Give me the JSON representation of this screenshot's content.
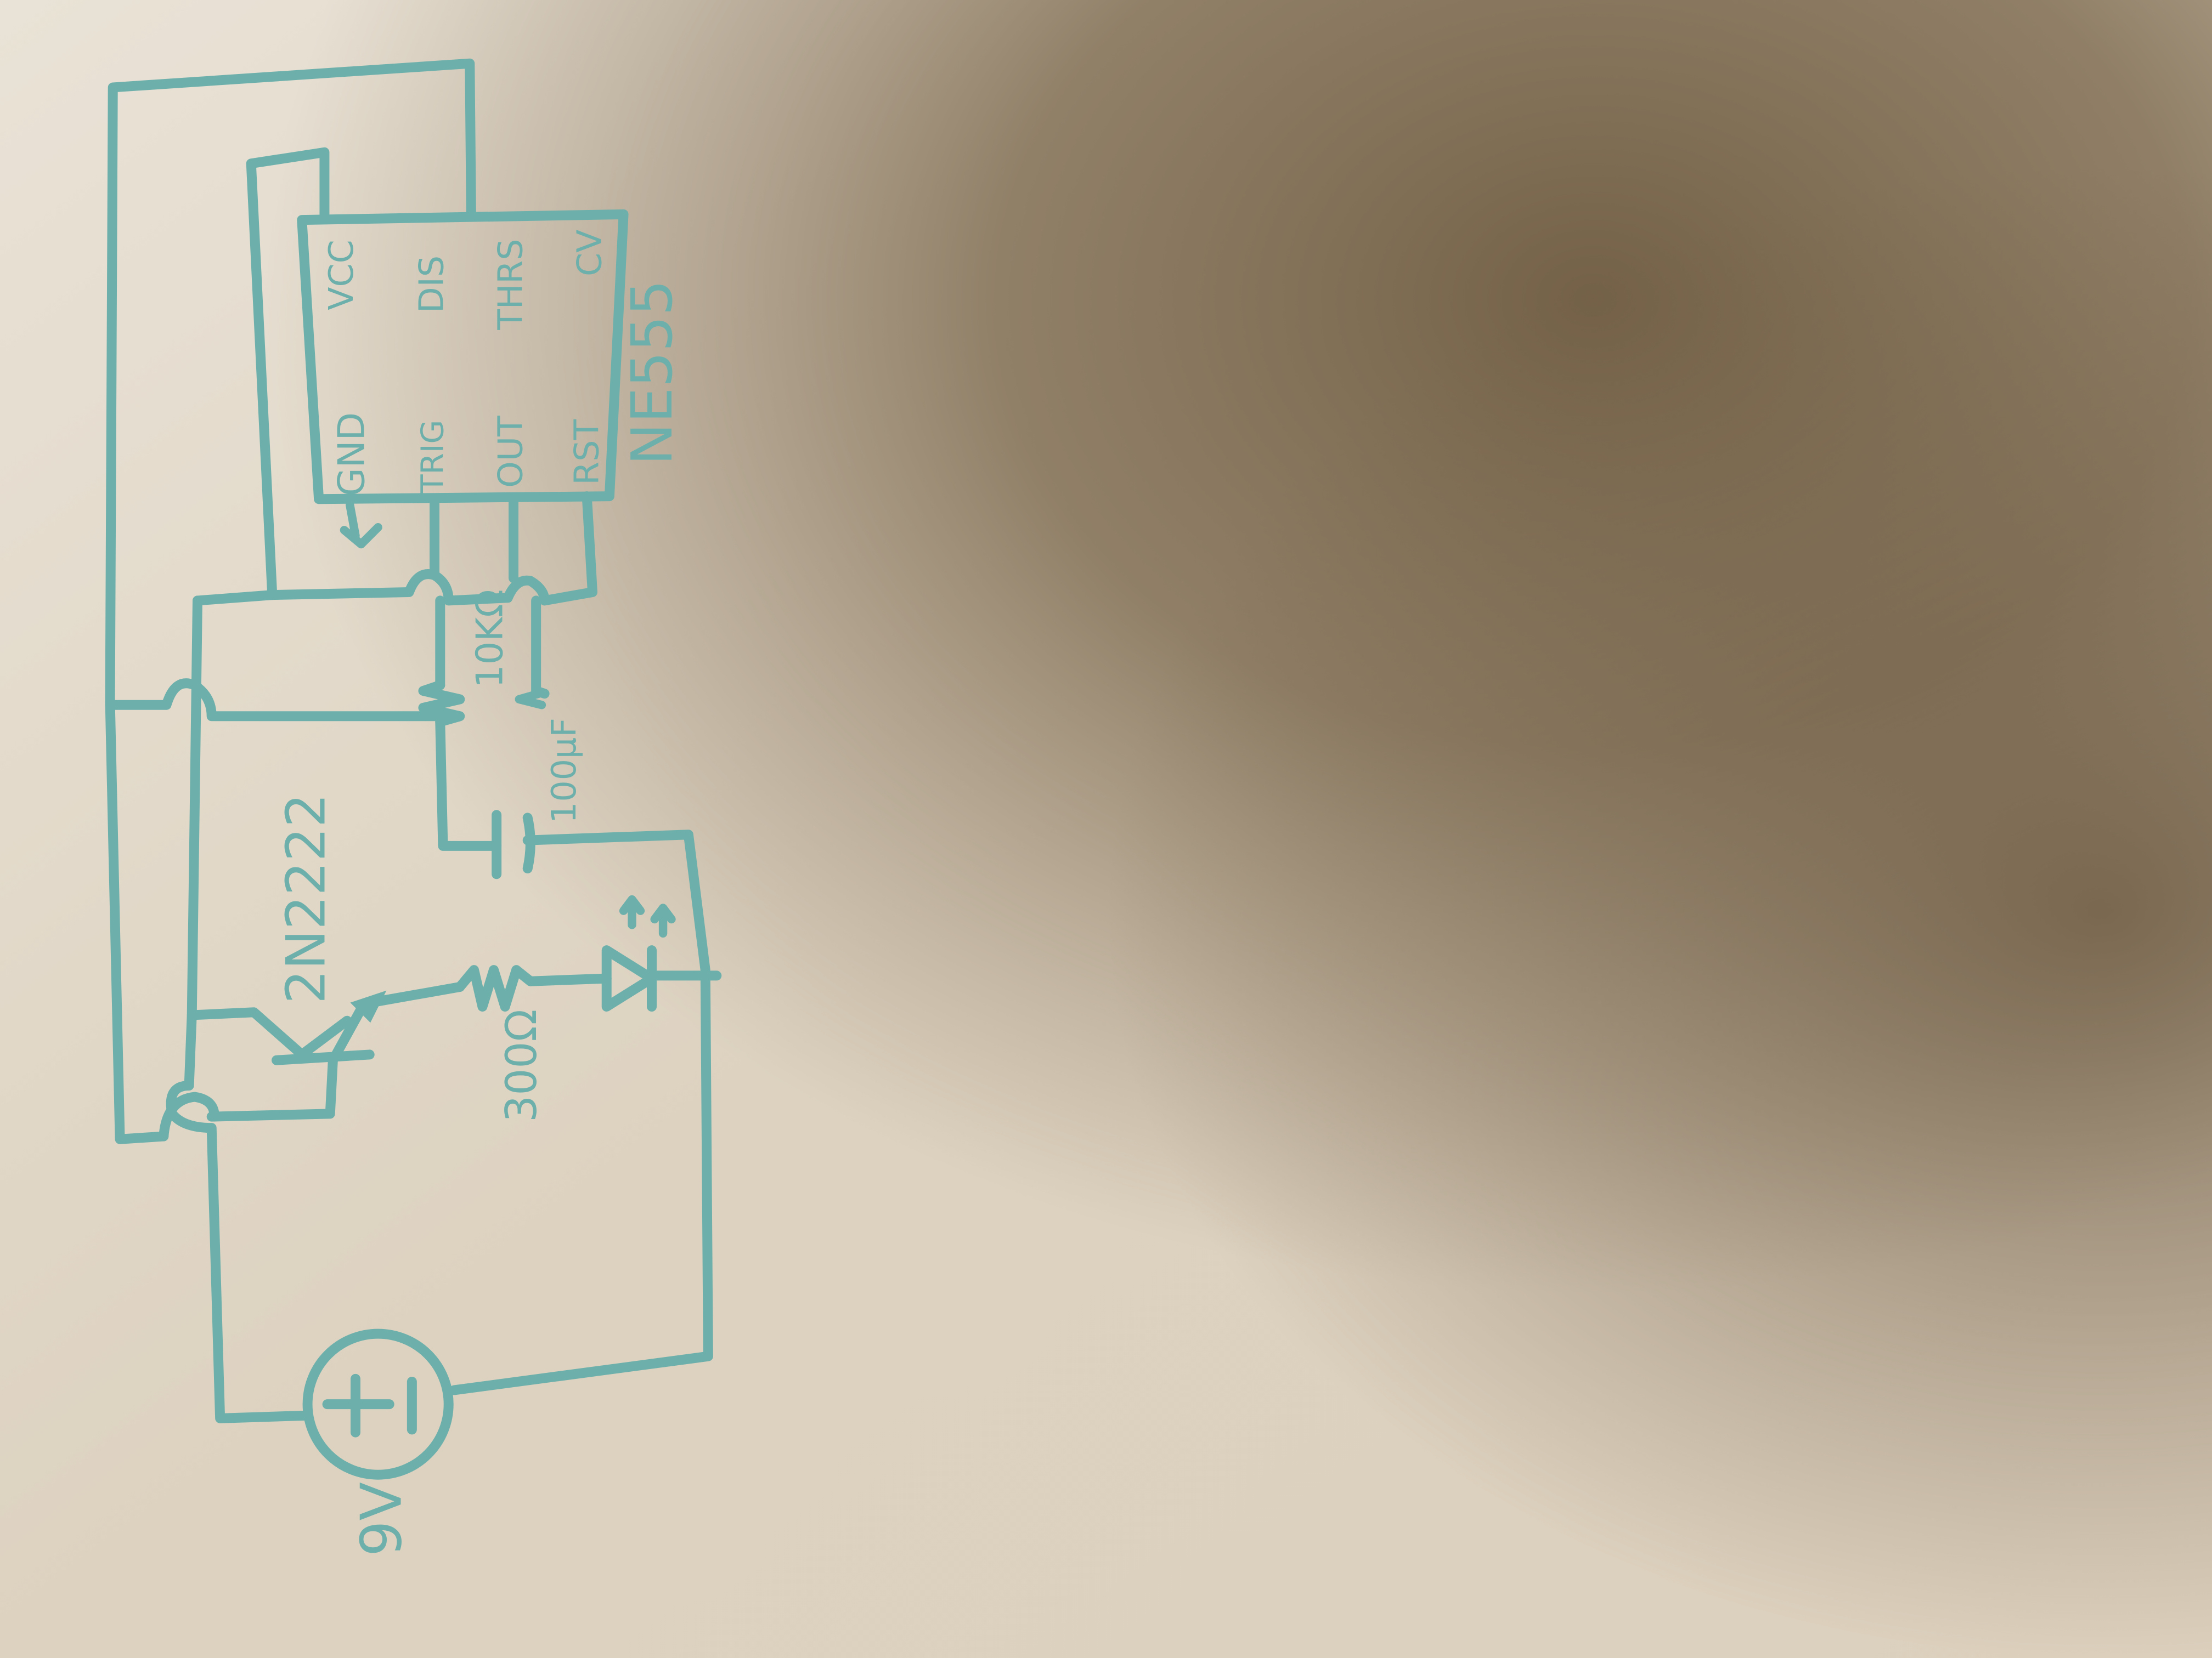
{
  "colors": {
    "ink": "#6db0ab",
    "paper_light": "#e6ddcf",
    "paper_shadow": "#74624a"
  },
  "chip": {
    "part": "NE555",
    "pins": {
      "gnd": "GND",
      "trig": "TRIG",
      "out": "OUT",
      "rst": "RST",
      "vcc": "VCC",
      "dis": "DIS",
      "thrs": "THRS",
      "cv": "CV"
    }
  },
  "components": {
    "transistor": "2N2222",
    "resistor_timing": "10KΩ",
    "capacitor": "100µF",
    "resistor_led": "300Ω",
    "battery": "9V"
  },
  "icons": {
    "battery": "battery-icon",
    "transistor": "npn-transistor-icon",
    "led": "led-icon",
    "resistor": "resistor-icon",
    "capacitor": "capacitor-icon"
  }
}
